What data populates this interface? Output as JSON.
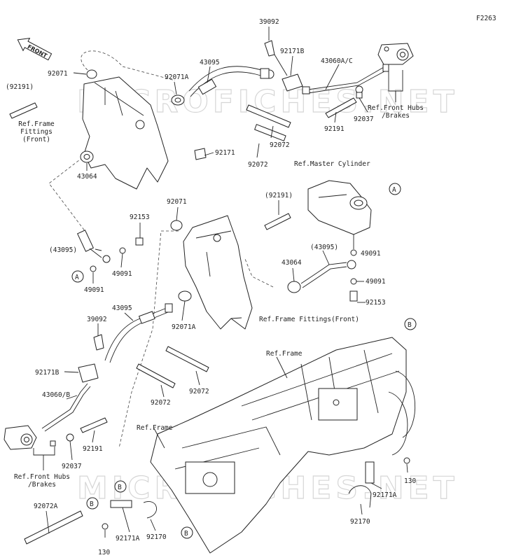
{
  "diagram_code": "F2263",
  "watermark": "MICROFICHES.NET",
  "front_label": "FRONT",
  "refs": {
    "frame_fittings_front_left": "Ref.Frame\nFittings\n(Front)",
    "frame_fittings_front_right": "Ref.Frame Fittings(Front)",
    "front_hubs_top": "Ref.Front Hubs\n/Brakes",
    "front_hubs_bottom": "Ref.Front Hubs\n/Brakes",
    "master_cylinder": "Ref.Master Cylinder",
    "frame_upper": "Ref.Frame",
    "frame_lower": "Ref.Frame"
  },
  "callouts": {
    "A_top": "A",
    "A_left": "A",
    "B_top": "B",
    "B_left": "B",
    "B_bottom_mid": "B",
    "B_bottom_left": "B"
  },
  "parts": {
    "p39092_top": "39092",
    "p92171B_top": "92171B",
    "p43095_top": "43095",
    "p43060AC": "43060A/C",
    "p92071_top": "92071",
    "p92071A_top": "92071A",
    "p92191_left": "(92191)",
    "p92037_top": "92037",
    "p92191_top": "92191",
    "p92072_top1": "92072",
    "p92072_top2": "92072",
    "p92171": "92171",
    "p43064_left": "43064",
    "p92071_mid": "92071",
    "p92191_mid": "(92191)",
    "p92153_left": "92153",
    "p43095_left": "(43095)",
    "p49091_left1": "49091",
    "p49091_left2": "49091",
    "p43095_right": "(43095)",
    "p49091_right1": "49091",
    "p43064_right": "43064",
    "p49091_right2": "49091",
    "p92153_right": "92153",
    "p43095_mid": "43095",
    "p92071A_mid": "92071A",
    "p39092_mid": "39092",
    "p92171B_mid": "92171B",
    "p43060B": "43060/B",
    "p92072_mid1": "92072",
    "p92072_mid2": "92072",
    "p92191_bot": "92191",
    "p92037_bot": "92037",
    "p92072A": "92072A",
    "p92171A_left": "92171A",
    "p92170_left": "92170",
    "p130_left": "130",
    "p92171A_right": "92171A",
    "p130_right": "130",
    "p92170_right": "92170"
  }
}
